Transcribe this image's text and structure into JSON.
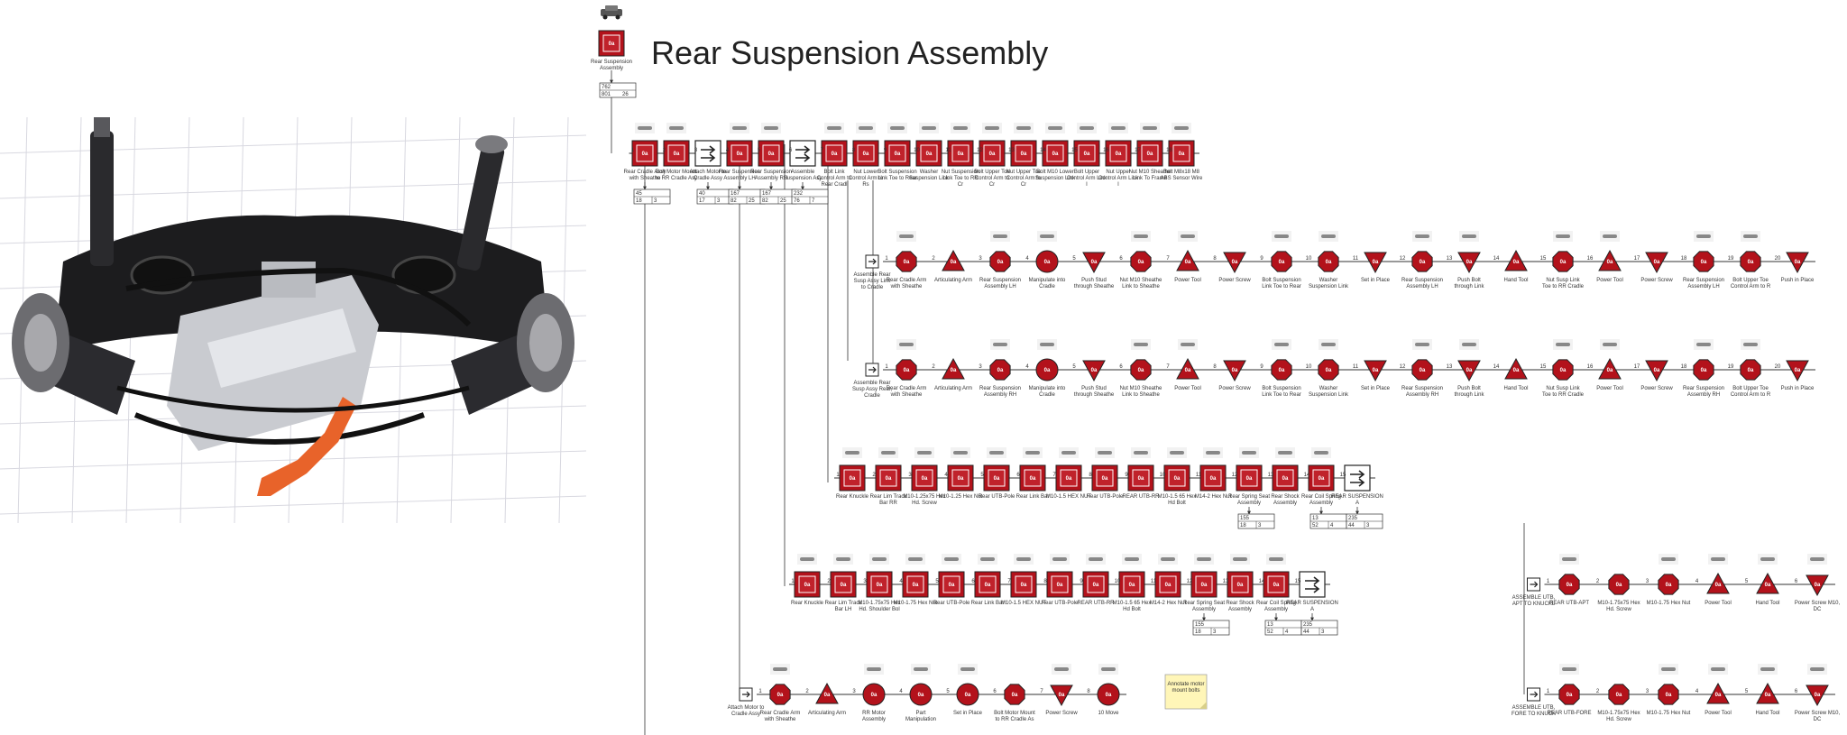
{
  "title": "Rear Suspension Assembly",
  "colors": {
    "accent": "#b3121b",
    "line": "#333333",
    "note": "#fff6b8"
  },
  "icons": {
    "top": "car-icon",
    "step": "process-step-icon",
    "push": "push-arrows-icon"
  },
  "root": {
    "label": "Rear Suspension Assembly",
    "box": [
      "762",
      "",
      "801",
      "26"
    ]
  },
  "row1": {
    "steps": [
      {
        "shape": "square",
        "label": "Rear Cradle Assy with Sheathe"
      },
      {
        "shape": "square",
        "label": "Bolt Motor Mount to RR Cradle Asy"
      },
      {
        "shape": "push",
        "label": "Attach Motor to Cradle Assy"
      },
      {
        "shape": "square",
        "label": "Rear Suspension Assembly LH"
      },
      {
        "shape": "square",
        "label": "Rear Suspension Assembly RH"
      },
      {
        "shape": "push",
        "label": "Assemble Suspension Asy"
      },
      {
        "shape": "square",
        "label": "Bolt Link Control Arm to Rear Cradl"
      },
      {
        "shape": "square",
        "label": "Nut Lower Control Arm to Rs"
      },
      {
        "shape": "square",
        "label": "Bolt Suspension Link Toe to Rear"
      },
      {
        "shape": "square",
        "label": "Washer Suspension Link"
      },
      {
        "shape": "square",
        "label": "Nut Suspension Link Toe to RR Cr"
      },
      {
        "shape": "square",
        "label": "Bolt Upper Toe Control Arm to Cr"
      },
      {
        "shape": "square",
        "label": "Nut Upper Toe Control Arm to Cr"
      },
      {
        "shape": "square",
        "label": "Bolt M10 Lower Suspension Link"
      },
      {
        "shape": "square",
        "label": "Bolt Upper Control Arm Link I"
      },
      {
        "shape": "square",
        "label": "Nut Upper Control Arm Link I"
      },
      {
        "shape": "square",
        "label": "Nut M10 Sheathe Link To Frame"
      },
      {
        "shape": "square",
        "label": "Bolt M8x18 M8 ABS Sensor Wire"
      }
    ],
    "boxes": [
      [
        "45",
        "",
        "18",
        "3"
      ],
      [
        "40",
        "",
        "17",
        "3"
      ],
      [
        "167",
        "",
        "82",
        "25"
      ],
      [
        "167",
        "",
        "82",
        "25"
      ],
      [
        "232",
        "",
        "76",
        "7"
      ]
    ]
  },
  "row2": {
    "start": "Assemble Rear Susp Assy Link to Cradle",
    "steps": [
      {
        "shape": "octagon",
        "label": "Rear Cradle Arm with Sheathe"
      },
      {
        "shape": "triangle",
        "label": "Articulating Arm"
      },
      {
        "shape": "octagon",
        "label": "Rear Suspension Assembly LH"
      },
      {
        "shape": "circle",
        "label": "Manipulate into Cradle"
      },
      {
        "shape": "invtriangle",
        "label": "Push Stud through Sheathe"
      },
      {
        "shape": "octagon",
        "label": "Nut M10 Sheathe Link to Sheathe"
      },
      {
        "shape": "triangle",
        "label": "Power Tool"
      },
      {
        "shape": "invtriangle",
        "label": "Power Screw"
      },
      {
        "shape": "octagon",
        "label": "Bolt Suspension Link Toe to Rear"
      },
      {
        "shape": "octagon",
        "label": "Washer Suspension Link"
      },
      {
        "shape": "invtriangle",
        "label": "Set in Place"
      },
      {
        "shape": "octagon",
        "label": "Rear Suspension Assembly LH"
      },
      {
        "shape": "invtriangle",
        "label": "Push Bolt through Link"
      },
      {
        "shape": "triangle",
        "label": "Hand Tool"
      },
      {
        "shape": "octagon",
        "label": "Nut Susp Link Toe to RR Cradle"
      },
      {
        "shape": "triangle",
        "label": "Power Tool"
      },
      {
        "shape": "invtriangle",
        "label": "Power Screw"
      },
      {
        "shape": "octagon",
        "label": "Rear Suspension Assembly LH"
      },
      {
        "shape": "octagon",
        "label": "Bolt Upper Toe Control Arm to R"
      },
      {
        "shape": "invtriangle",
        "label": "Push in Place"
      }
    ]
  },
  "row3": {
    "start": "Assemble Rear Susp Assy Rear, Cradle",
    "steps": [
      {
        "shape": "octagon",
        "label": "Rear Cradle Arm with Sheathe"
      },
      {
        "shape": "triangle",
        "label": "Articulating Arm"
      },
      {
        "shape": "octagon",
        "label": "Rear Suspension Assembly RH"
      },
      {
        "shape": "circle",
        "label": "Manipulate into Cradle"
      },
      {
        "shape": "invtriangle",
        "label": "Push Stud through Sheathe"
      },
      {
        "shape": "octagon",
        "label": "Nut M10 Sheathe Link to Sheathe"
      },
      {
        "shape": "triangle",
        "label": "Power Tool"
      },
      {
        "shape": "invtriangle",
        "label": "Power Screw"
      },
      {
        "shape": "octagon",
        "label": "Bolt Suspension Link Toe to Rear"
      },
      {
        "shape": "octagon",
        "label": "Washer Suspension Link"
      },
      {
        "shape": "invtriangle",
        "label": "Set in Place"
      },
      {
        "shape": "octagon",
        "label": "Rear Suspension Assembly RH"
      },
      {
        "shape": "invtriangle",
        "label": "Push Bolt through Link"
      },
      {
        "shape": "triangle",
        "label": "Hand Tool"
      },
      {
        "shape": "octagon",
        "label": "Nut Susp Link Toe to RR Cradle"
      },
      {
        "shape": "triangle",
        "label": "Power Tool"
      },
      {
        "shape": "invtriangle",
        "label": "Power Screw"
      },
      {
        "shape": "octagon",
        "label": "Rear Suspension Assembly RH"
      },
      {
        "shape": "octagon",
        "label": "Bolt Upper Toe Control Arm to R"
      },
      {
        "shape": "invtriangle",
        "label": "Push in Place"
      }
    ]
  },
  "row4": {
    "steps": [
      {
        "shape": "square",
        "label": "Rear Knuckle"
      },
      {
        "shape": "square",
        "label": "Rear Lim Track Bar RR"
      },
      {
        "shape": "square",
        "label": "M10-1.25x75 Hex Hd. Screw"
      },
      {
        "shape": "square",
        "label": "M10-1.25 Hex Nut"
      },
      {
        "shape": "square",
        "label": "Rear UTB-Pole"
      },
      {
        "shape": "square",
        "label": "Rear Link Bar"
      },
      {
        "shape": "square",
        "label": "M10-1.5 HEX NUT"
      },
      {
        "shape": "square",
        "label": "Rear UTB-Pole"
      },
      {
        "shape": "square",
        "label": "REAR UTB-RR"
      },
      {
        "shape": "square",
        "label": "M10-1.5 65 Hex Hd Bolt"
      },
      {
        "shape": "square",
        "label": "M14-2 Hex Nut"
      },
      {
        "shape": "square",
        "label": "Rear Spring Seat Assembly"
      },
      {
        "shape": "square",
        "label": "Rear Shock Assembly"
      },
      {
        "shape": "square",
        "label": "Rear Coil Spring Assembly"
      },
      {
        "shape": "push",
        "label": "REAR SUSPENSION A"
      }
    ],
    "boxes": [
      [
        "155",
        "",
        "18",
        "3"
      ],
      [
        "13",
        "",
        "52",
        "4"
      ],
      [
        "235",
        "",
        "44",
        "3"
      ]
    ]
  },
  "row5": {
    "steps": [
      {
        "shape": "square",
        "label": "Rear Knuckle"
      },
      {
        "shape": "square",
        "label": "Rear Lim Track Bar LH"
      },
      {
        "shape": "square",
        "label": "M10-1.75x75 Hex Hd. Shoulder Bol"
      },
      {
        "shape": "square",
        "label": "M10-1.75 Hex Nut"
      },
      {
        "shape": "square",
        "label": "Rear UTB-Pole"
      },
      {
        "shape": "square",
        "label": "Rear Link Bar"
      },
      {
        "shape": "square",
        "label": "M10-1.5 HEX NUT"
      },
      {
        "shape": "square",
        "label": "Rear UTB-Pole"
      },
      {
        "shape": "square",
        "label": "REAR UTB-RR"
      },
      {
        "shape": "square",
        "label": "M10-1.5 65 Hex Hd Bolt"
      },
      {
        "shape": "square",
        "label": "M14-2 Hex Nut"
      },
      {
        "shape": "square",
        "label": "Rear Spring Seat Assembly"
      },
      {
        "shape": "square",
        "label": "Rear Shock Assembly"
      },
      {
        "shape": "square",
        "label": "Rear Coil Spring Assembly"
      },
      {
        "shape": "push",
        "label": "REAR SUSPENSION A"
      }
    ],
    "boxes": [
      [
        "155",
        "",
        "18",
        "3"
      ],
      [
        "13",
        "",
        "52",
        "4"
      ],
      [
        "235",
        "",
        "44",
        "3"
      ]
    ]
  },
  "row5b": {
    "start": "ASSEMBLE UTB, APT TO KNUCKL",
    "steps": [
      {
        "shape": "octagon",
        "label": "REAR UTB-APT"
      },
      {
        "shape": "octagon",
        "label": "M10-1.75x75 Hex Hd. Screw"
      },
      {
        "shape": "octagon",
        "label": "M10-1.75 Hex Nut"
      },
      {
        "shape": "triangle",
        "label": "Power Tool"
      },
      {
        "shape": "triangle",
        "label": "Hand Tool"
      },
      {
        "shape": "invtriangle",
        "label": "Power Screw M10, DC"
      }
    ]
  },
  "row6": {
    "start": "Attach Motor to Cradle Assy",
    "steps": [
      {
        "shape": "octagon",
        "label": "Rear Cradle Arm with Sheathe"
      },
      {
        "shape": "triangle",
        "label": "Articulating Arm"
      },
      {
        "shape": "circle",
        "label": "RR Motor Assembly"
      },
      {
        "shape": "circle",
        "label": "Part Manipulation"
      },
      {
        "shape": "circle",
        "label": "Set in Place"
      },
      {
        "shape": "octagon",
        "label": "Bolt Motor Mount to RR Cradle As"
      },
      {
        "shape": "invtriangle",
        "label": "Power Screw"
      },
      {
        "shape": "circle",
        "label": "10 Move"
      }
    ],
    "note": "Annotate motor mount bolts"
  },
  "row6b": {
    "start": "ASSEMBLE UTB, FORE TO KNUCK",
    "steps": [
      {
        "shape": "octagon",
        "label": "REAR UTB-FORE"
      },
      {
        "shape": "octagon",
        "label": "M10-1.75x75 Hex Hd. Screw"
      },
      {
        "shape": "octagon",
        "label": "M10-1.75 Hex Nut"
      },
      {
        "shape": "triangle",
        "label": "Power Tool"
      },
      {
        "shape": "triangle",
        "label": "Hand Tool"
      },
      {
        "shape": "invtriangle",
        "label": "Power Screw M10, DC"
      }
    ]
  },
  "mark": "0a"
}
